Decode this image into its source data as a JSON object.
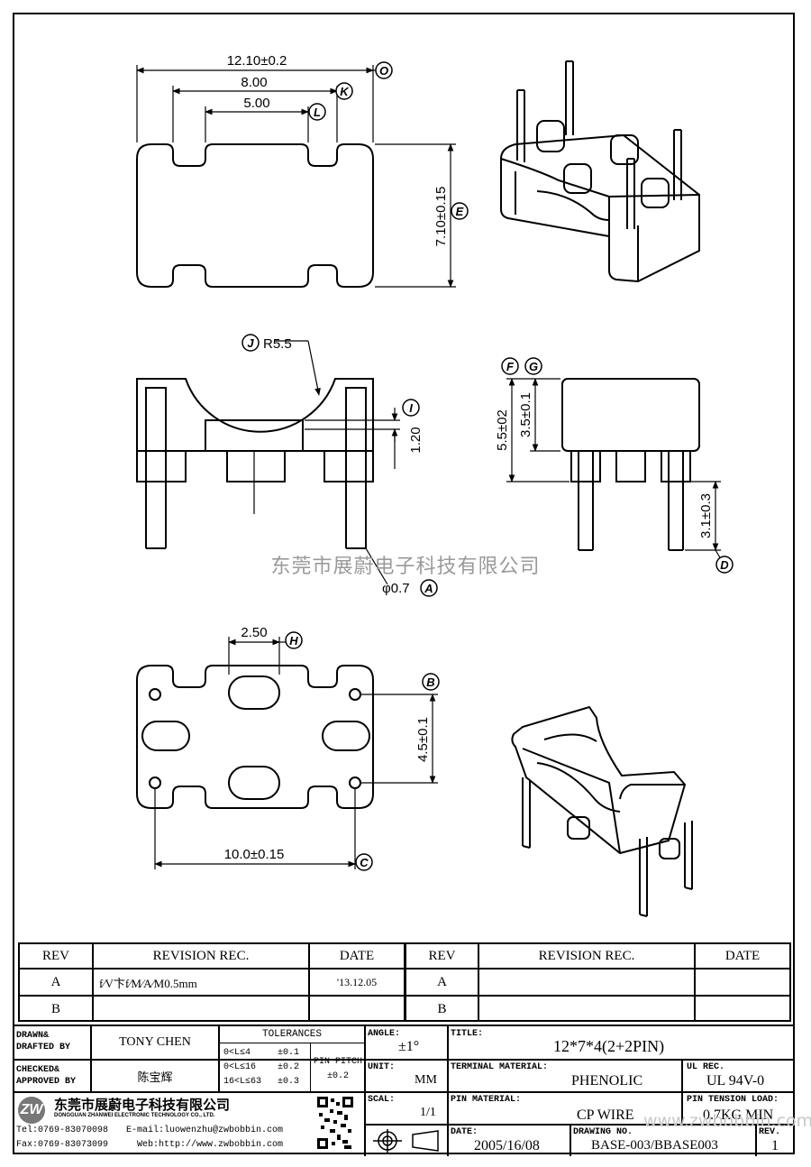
{
  "dims": {
    "top_width": "12.10±0.2",
    "top_inner": "8.00",
    "top_slot": "5.00",
    "top_height": "7.10±0.15",
    "radius": "R5.5",
    "notch_depth": "1.20",
    "body_height": "5.5±02",
    "body_upper": "3.5±0.1",
    "pin_length": "3.1±0.3",
    "pin_diameter": "φ0.7",
    "slot_width": "2.50",
    "pin_pitch_v": "4.5±0.1",
    "pin_pitch_h": "10.0±0.15"
  },
  "balloons": [
    "O",
    "K",
    "L",
    "E",
    "J",
    "I",
    "F",
    "G",
    "D",
    "A",
    "H",
    "B",
    "C"
  ],
  "watermark": "东莞市展蔚电子科技有限公司",
  "revision_table": {
    "headers": [
      "REV",
      "REVISION REC.",
      "DATE",
      "REV",
      "REVISION REC.",
      "DATE"
    ],
    "rows": [
      {
        "rev": "A",
        "rec": "f⁄V卞f⁄M⁄A⁄M0.5mm",
        "date": "'13.12.05",
        "rev2": "A",
        "rec2": "",
        "date2": ""
      },
      {
        "rev": "B",
        "rec": "",
        "date": "",
        "rev2": "B",
        "rec2": "",
        "date2": ""
      }
    ]
  },
  "title_block": {
    "drawn_label": "DRAWN&\nDRAFTED BY",
    "drawn_by": "TONY CHEN",
    "checked_label": "CHECKED&\nAPPROVED BY",
    "checked_by": "陈宝辉",
    "tolerances_label": "TOLERANCES",
    "tol_rows": [
      {
        "range": "0<L≤4",
        "tol": "±0.1"
      },
      {
        "range": "0<L≤16",
        "tol": "±0.2"
      },
      {
        "range": "16<L≤63",
        "tol": "±0.3"
      }
    ],
    "pin_pitch_label": "PIN PITCH",
    "pin_pitch_tol": "±0.2",
    "angle_label": "ANGLE:",
    "angle_value": "±1°",
    "unit_label": "UNIT:",
    "unit_value": "MM",
    "scale_label": "SCAL:",
    "scale_value": "1/1",
    "title_label": "TITLE:",
    "title_value": "12*7*4(2+2PIN)",
    "terminal_label": "TERMINAL MATERIAL:",
    "terminal_value": "PHENOLIC",
    "ul_label": "UL REC.",
    "ul_value": "UL 94V-0",
    "pin_mat_label": "PIN MATERIAL:",
    "pin_mat_value": "CP WIRE",
    "tension_label": "PIN TENSION LOAD:",
    "tension_value": "0.7KG MIN",
    "date_label": "DATE:",
    "date_value": "2005/16/08",
    "drawing_label": "DRAWING NO.",
    "drawing_value": "BASE-003/BBASE003",
    "rev_label": "REV.",
    "rev_value": "1",
    "company_cn": "东莞市展蔚电子科技有限公司",
    "company_en": "DONGGUAN ZHANWEI ELECTRONIC TECHNOLOGY CO., LTD.",
    "tel": "Tel:0769-83070098",
    "email": "E-mail:luowenzhu@zwbobbin.com",
    "fax": "Fax:0769-83073099",
    "web": "Web:http://www.zwbobbin.com",
    "url_watermark": "www.zwbobbin.com"
  }
}
